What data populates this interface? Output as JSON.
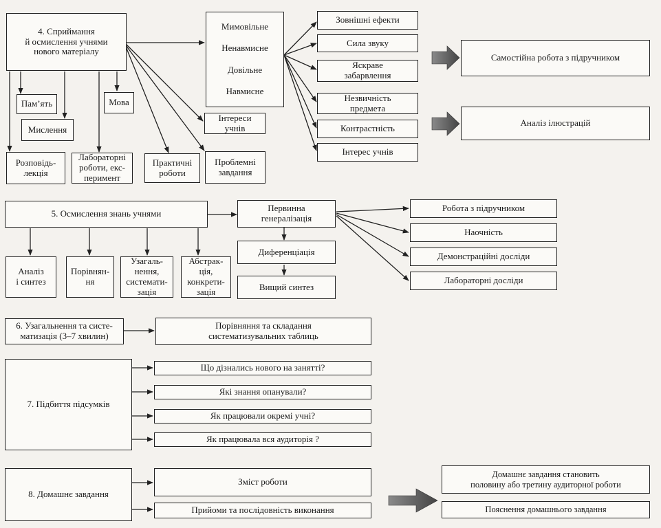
{
  "stage4": {
    "title": "4. Сприймання\nй осмислення учнями\nнового матеріалу",
    "memory": "Пам’ять",
    "thinking": "Мислення",
    "speech": "Мова",
    "story": "Розповідь-\nлекція",
    "lab": "Лабораторні\nроботи, екс-\nперимент",
    "practical": "Практичні\nроботи",
    "problem": "Проблемні\nзавдання",
    "interests": "Інтереси учнів",
    "attention": [
      "Мимовільне",
      "Ненавмисне",
      "Довільне",
      "Навмисне"
    ],
    "factors": [
      "Зовнішні ефекти",
      "Сила звуку",
      "Яскраве\nзабарвлення",
      "Незвичність\nпредмета",
      "Контрастність",
      "Інтерес учнів"
    ],
    "self_work": "Самостійна робота з підручником",
    "illustrations": "Аналіз ілюстрацій"
  },
  "stage5": {
    "title": "5. Осмислення знань учнями",
    "methods": [
      "Аналіз\nі синтез",
      "Порівнян-\nня",
      "Узагаль-\nнення,\nсистемати-\nзація",
      "Абстрак-\nція,\nконкрети-\nзація"
    ],
    "primary": "Первинна\nгенералізація",
    "differentiation": "Диференціація",
    "higher": "Вищий синтез",
    "tools": [
      "Робота з підручником",
      "Наочність",
      "Демонстраційні досліди",
      "Лабораторні досліди"
    ]
  },
  "stage6": {
    "title": "6. Узагальнення та систе-\nматизація (3–7 хвилин)",
    "result": "Порівняння та складання\nсистематизувальних таблиць"
  },
  "stage7": {
    "title": "7. Підбиття підсумків",
    "questions": [
      "Що дізнались нового на занятті?",
      "Які знання опанували?",
      "Як працювали окремі учні?",
      "Як працювала вся аудиторія ?"
    ]
  },
  "stage8": {
    "title": "8. Домашнє завдання",
    "items": [
      "Зміст роботи",
      "Прийоми та послідовність виконання"
    ],
    "notes": [
      "Домашнє завдання становить\nполовину або третину аудиторної роботи",
      "Пояснення домашнього завдання"
    ]
  },
  "colors": {
    "line": "#222222",
    "box_bg": "#fbfaf7",
    "page_bg": "#f4f2ee",
    "block_arrow": "#555555"
  }
}
